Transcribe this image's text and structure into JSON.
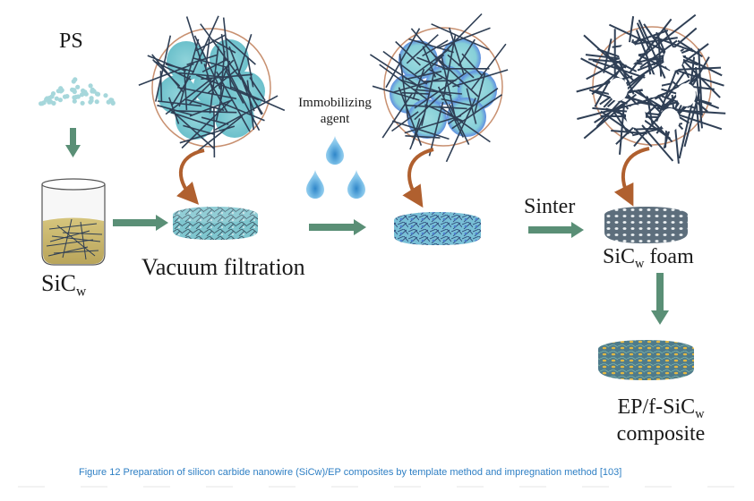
{
  "figure": {
    "caption": "Figure 12 Preparation of silicon carbide nanowire (SiCw)/EP composites by template method and impregnation method [103]"
  },
  "labels": {
    "ps": "PS",
    "sicw_main": "SiC",
    "sicw_sub": "w",
    "vacuum_filtration": "Vacuum filtration",
    "immobilizing_line1": "Immobilizing",
    "immobilizing_line2": "agent",
    "sinter": "Sinter",
    "foam_main": "SiC",
    "foam_sub": "w",
    "foam_suffix": " foam",
    "composite_main": "EP/f-SiC",
    "composite_sub": "w",
    "composite_line2": "composite"
  },
  "colors": {
    "arrow": "#5a8f76",
    "callout_arrow": "#b0602f",
    "circle_border": "#c89070",
    "fiber": "#2f3f55",
    "ps_particle": "#9fd4d8",
    "liquid": "#c9b66a",
    "drop": "#6fb4e0",
    "caption": "#2e7fc4"
  }
}
